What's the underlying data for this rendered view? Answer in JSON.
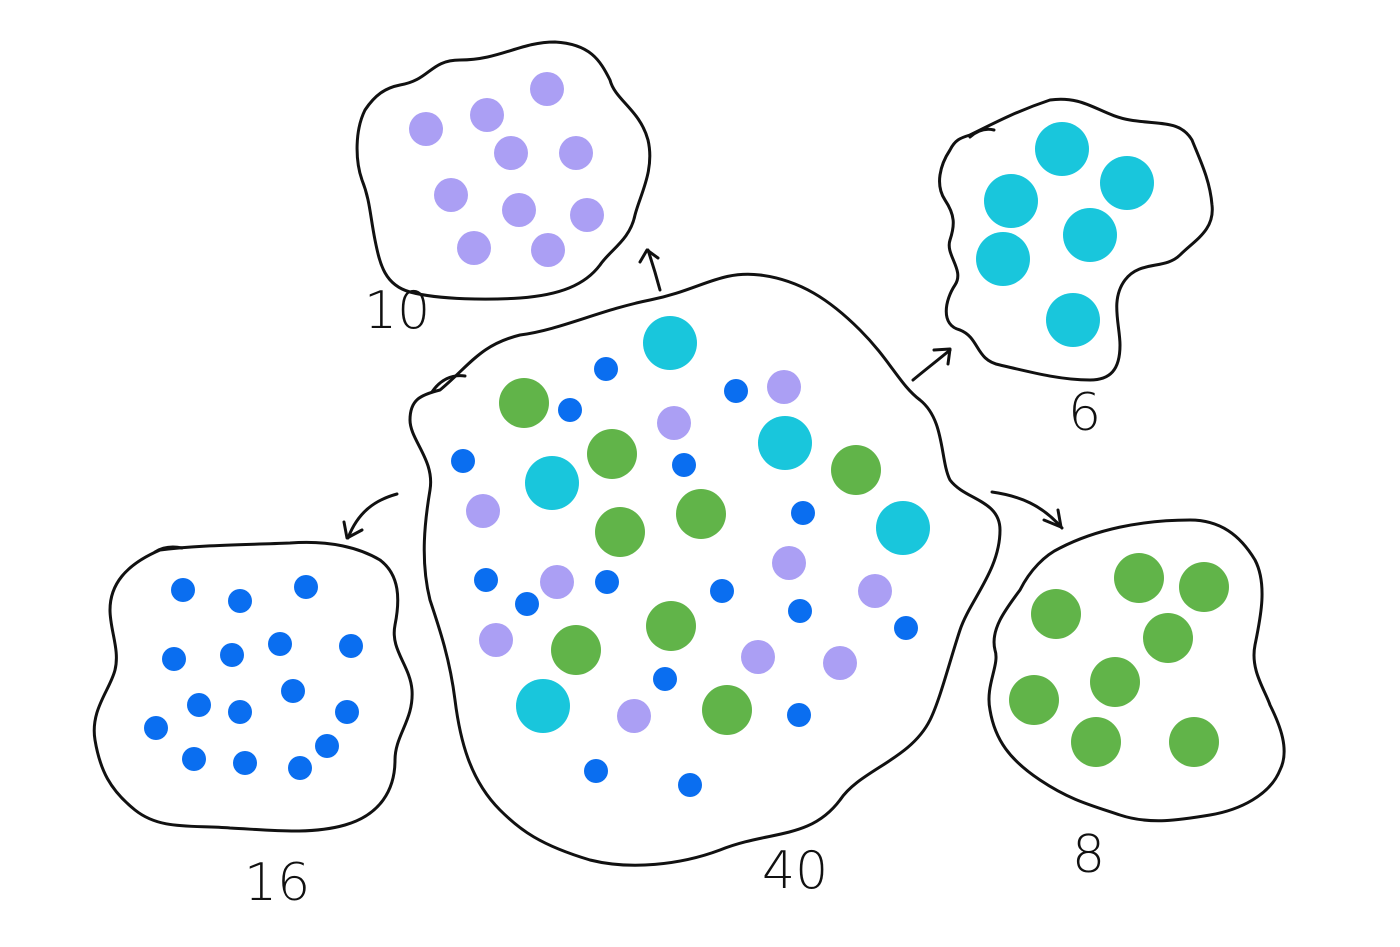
{
  "colors": {
    "purple": "#ab9ff4",
    "cyan": "#19c6dc",
    "green": "#61b449",
    "blue": "#0a6ef0",
    "outline": "#111111"
  },
  "groups": {
    "main": {
      "label": "40"
    },
    "purple": {
      "label": "10"
    },
    "cyan": {
      "label": "6"
    },
    "green": {
      "label": "8"
    },
    "blue": {
      "label": "16"
    }
  }
}
